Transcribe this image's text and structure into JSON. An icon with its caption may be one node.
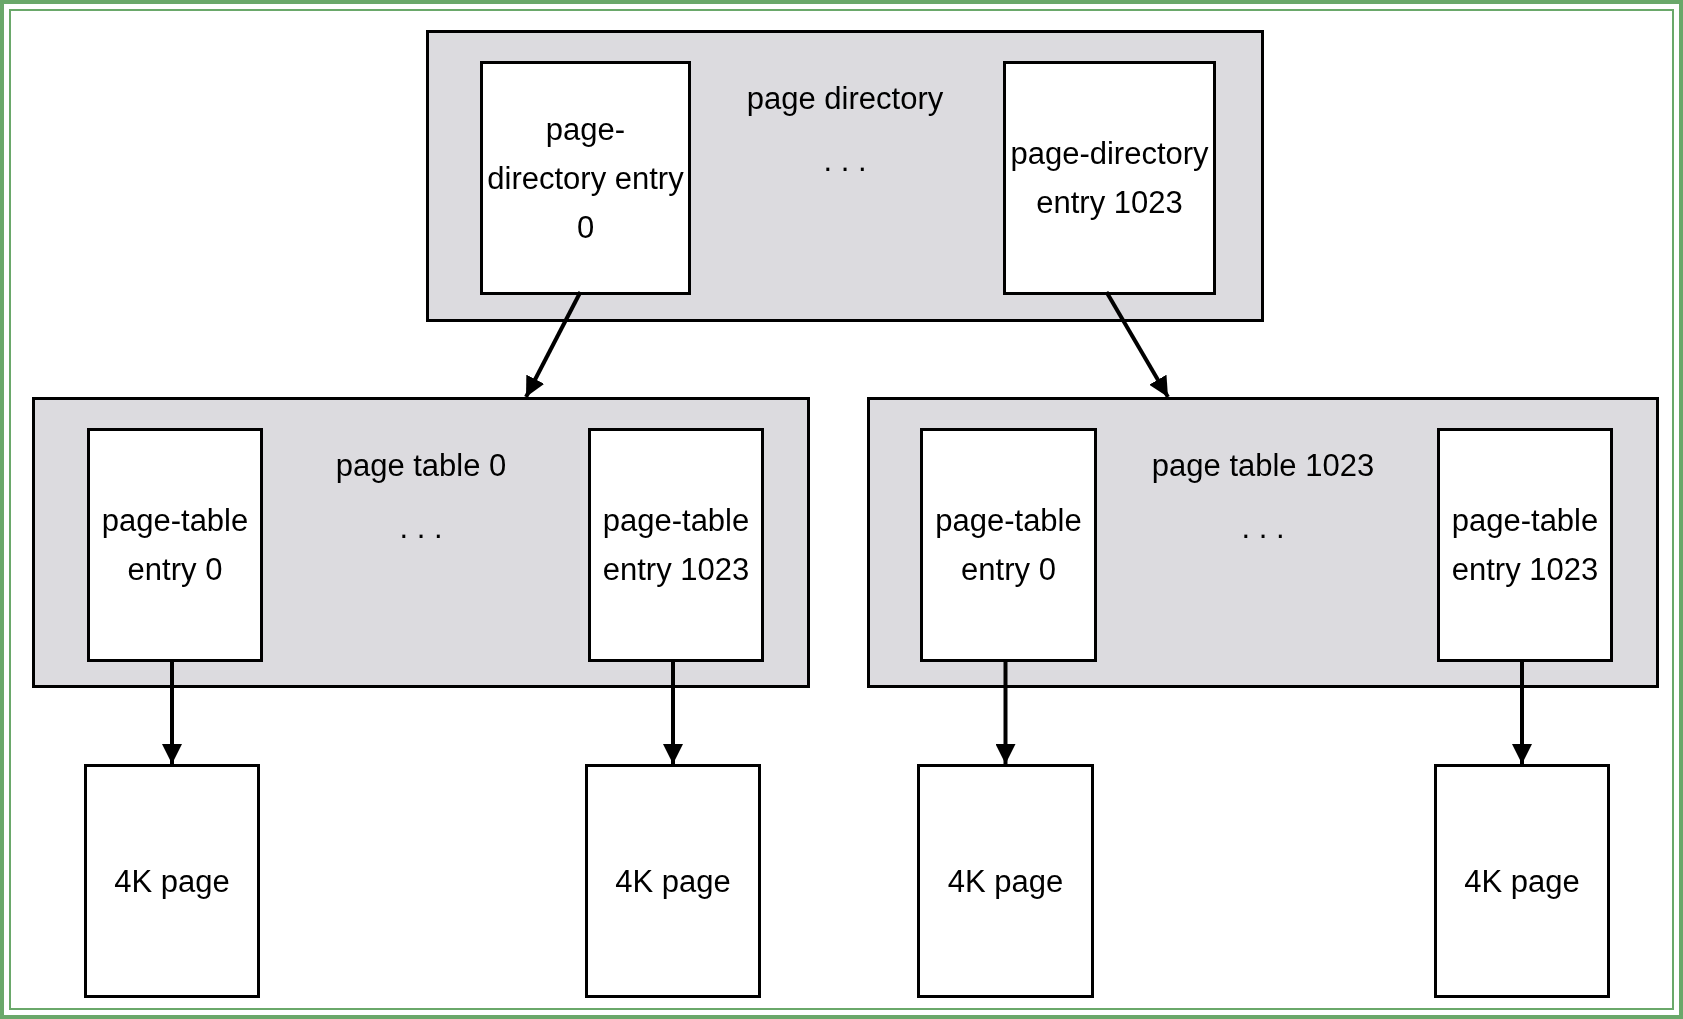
{
  "diagram": {
    "nodes": [
      {
        "text": [
          "page directory",
          ". . ."
        ]
      },
      {
        "text": [
          "page-directory entry 0"
        ],
        "in": 0
      },
      {
        "text": [
          "page-directory entry 1023"
        ],
        "in": 0
      },
      {
        "text": [
          "page table 0",
          ". . ."
        ]
      },
      {
        "text": [
          "page-table entry 0"
        ],
        "in": 3
      },
      {
        "text": [
          "page-table entry 1023"
        ],
        "in": 3
      },
      {
        "text": [
          "page table 1023",
          ". . ."
        ]
      },
      {
        "text": [
          "page-table entry 0"
        ],
        "in": 6
      },
      {
        "text": [
          "page-table entry 1023"
        ],
        "in": 6
      },
      {
        "text": [
          "4K page"
        ]
      },
      {
        "text": [
          "4K page"
        ]
      },
      {
        "text": [
          "4K page"
        ]
      },
      {
        "text": [
          "4K page"
        ]
      }
    ],
    "edges": [
      {
        "from": 1,
        "to": 3,
        "arrow": "to"
      },
      {
        "from": 2,
        "to": 6,
        "arrow": "to"
      },
      {
        "from": 4,
        "to": 9,
        "arrow": "to"
      },
      {
        "from": 5,
        "to": 10,
        "arrow": "to"
      },
      {
        "from": 7,
        "to": 11,
        "arrow": "to"
      },
      {
        "from": 8,
        "to": 12,
        "arrow": "to"
      }
    ]
  }
}
